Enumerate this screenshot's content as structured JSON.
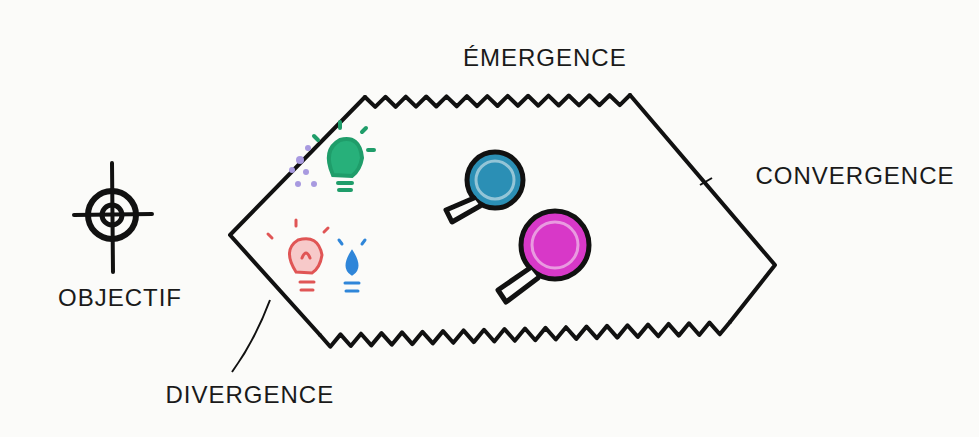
{
  "diagram": {
    "labels": [
      "ÉMERGENCE",
      "CONVERGENCE",
      "OBJECTIF",
      "DIVERGENCE"
    ]
  }
}
